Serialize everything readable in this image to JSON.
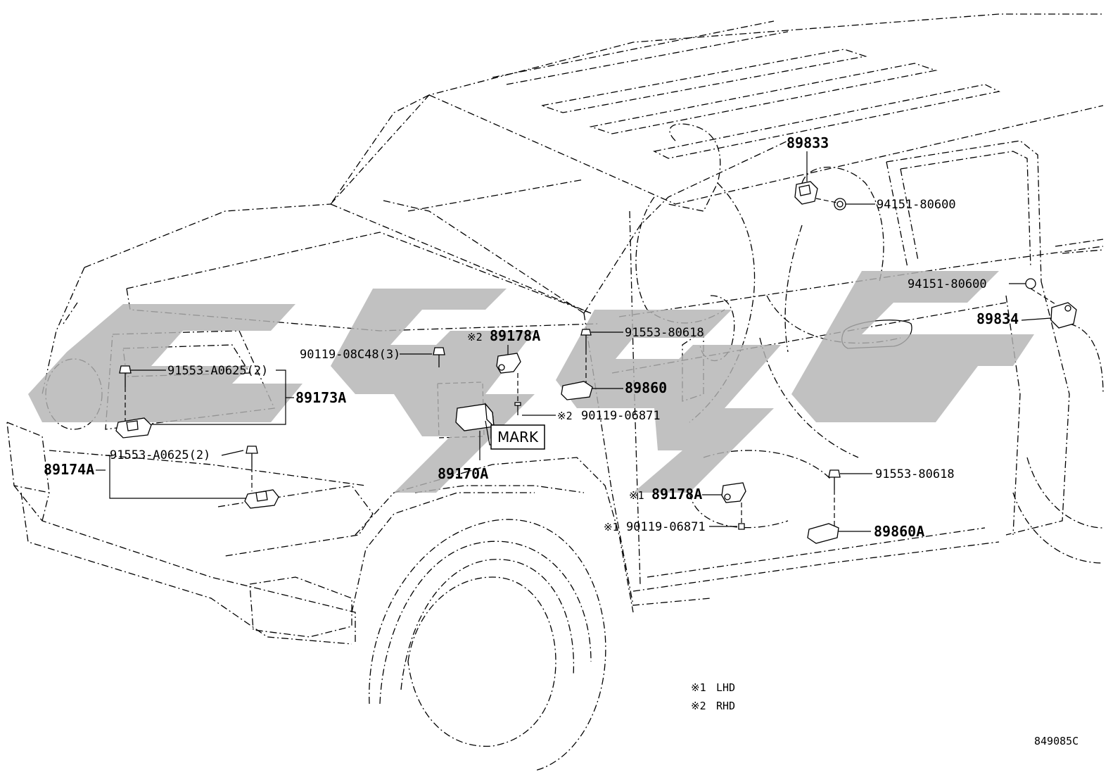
{
  "diagram_id": "849085C",
  "mark_label": "MARK",
  "notes": [
    {
      "symbol": "※1",
      "text": "LHD"
    },
    {
      "symbol": "※2",
      "text": "RHD"
    }
  ],
  "labels": {
    "p89833": "89833",
    "p94151_a": "94151-80600",
    "p94151_b": "94151-80600",
    "p89834": "89834",
    "p91553_80618_a": "91553-80618",
    "p89178A_top": "89178A",
    "p89178A_top_ref": "※2",
    "p90119_08c48": "90119-08C48(3)",
    "p91553_a0625_a": "91553-A0625(2)",
    "p89173A": "89173A",
    "p89860": "89860",
    "p90119_06871_a": "90119-06871",
    "p90119_06871_a_ref": "※2",
    "p91553_a0625_b": "91553-A0625(2)",
    "p89174A": "89174A",
    "p89170A": "89170A",
    "p89178A_bot": "89178A",
    "p89178A_bot_ref": "※1",
    "p91553_80618_b": "91553-80618",
    "p90119_06871_b": "90119-06871",
    "p90119_06871_b_ref": "※1",
    "p89860A": "89860A"
  },
  "watermark": "CGC"
}
